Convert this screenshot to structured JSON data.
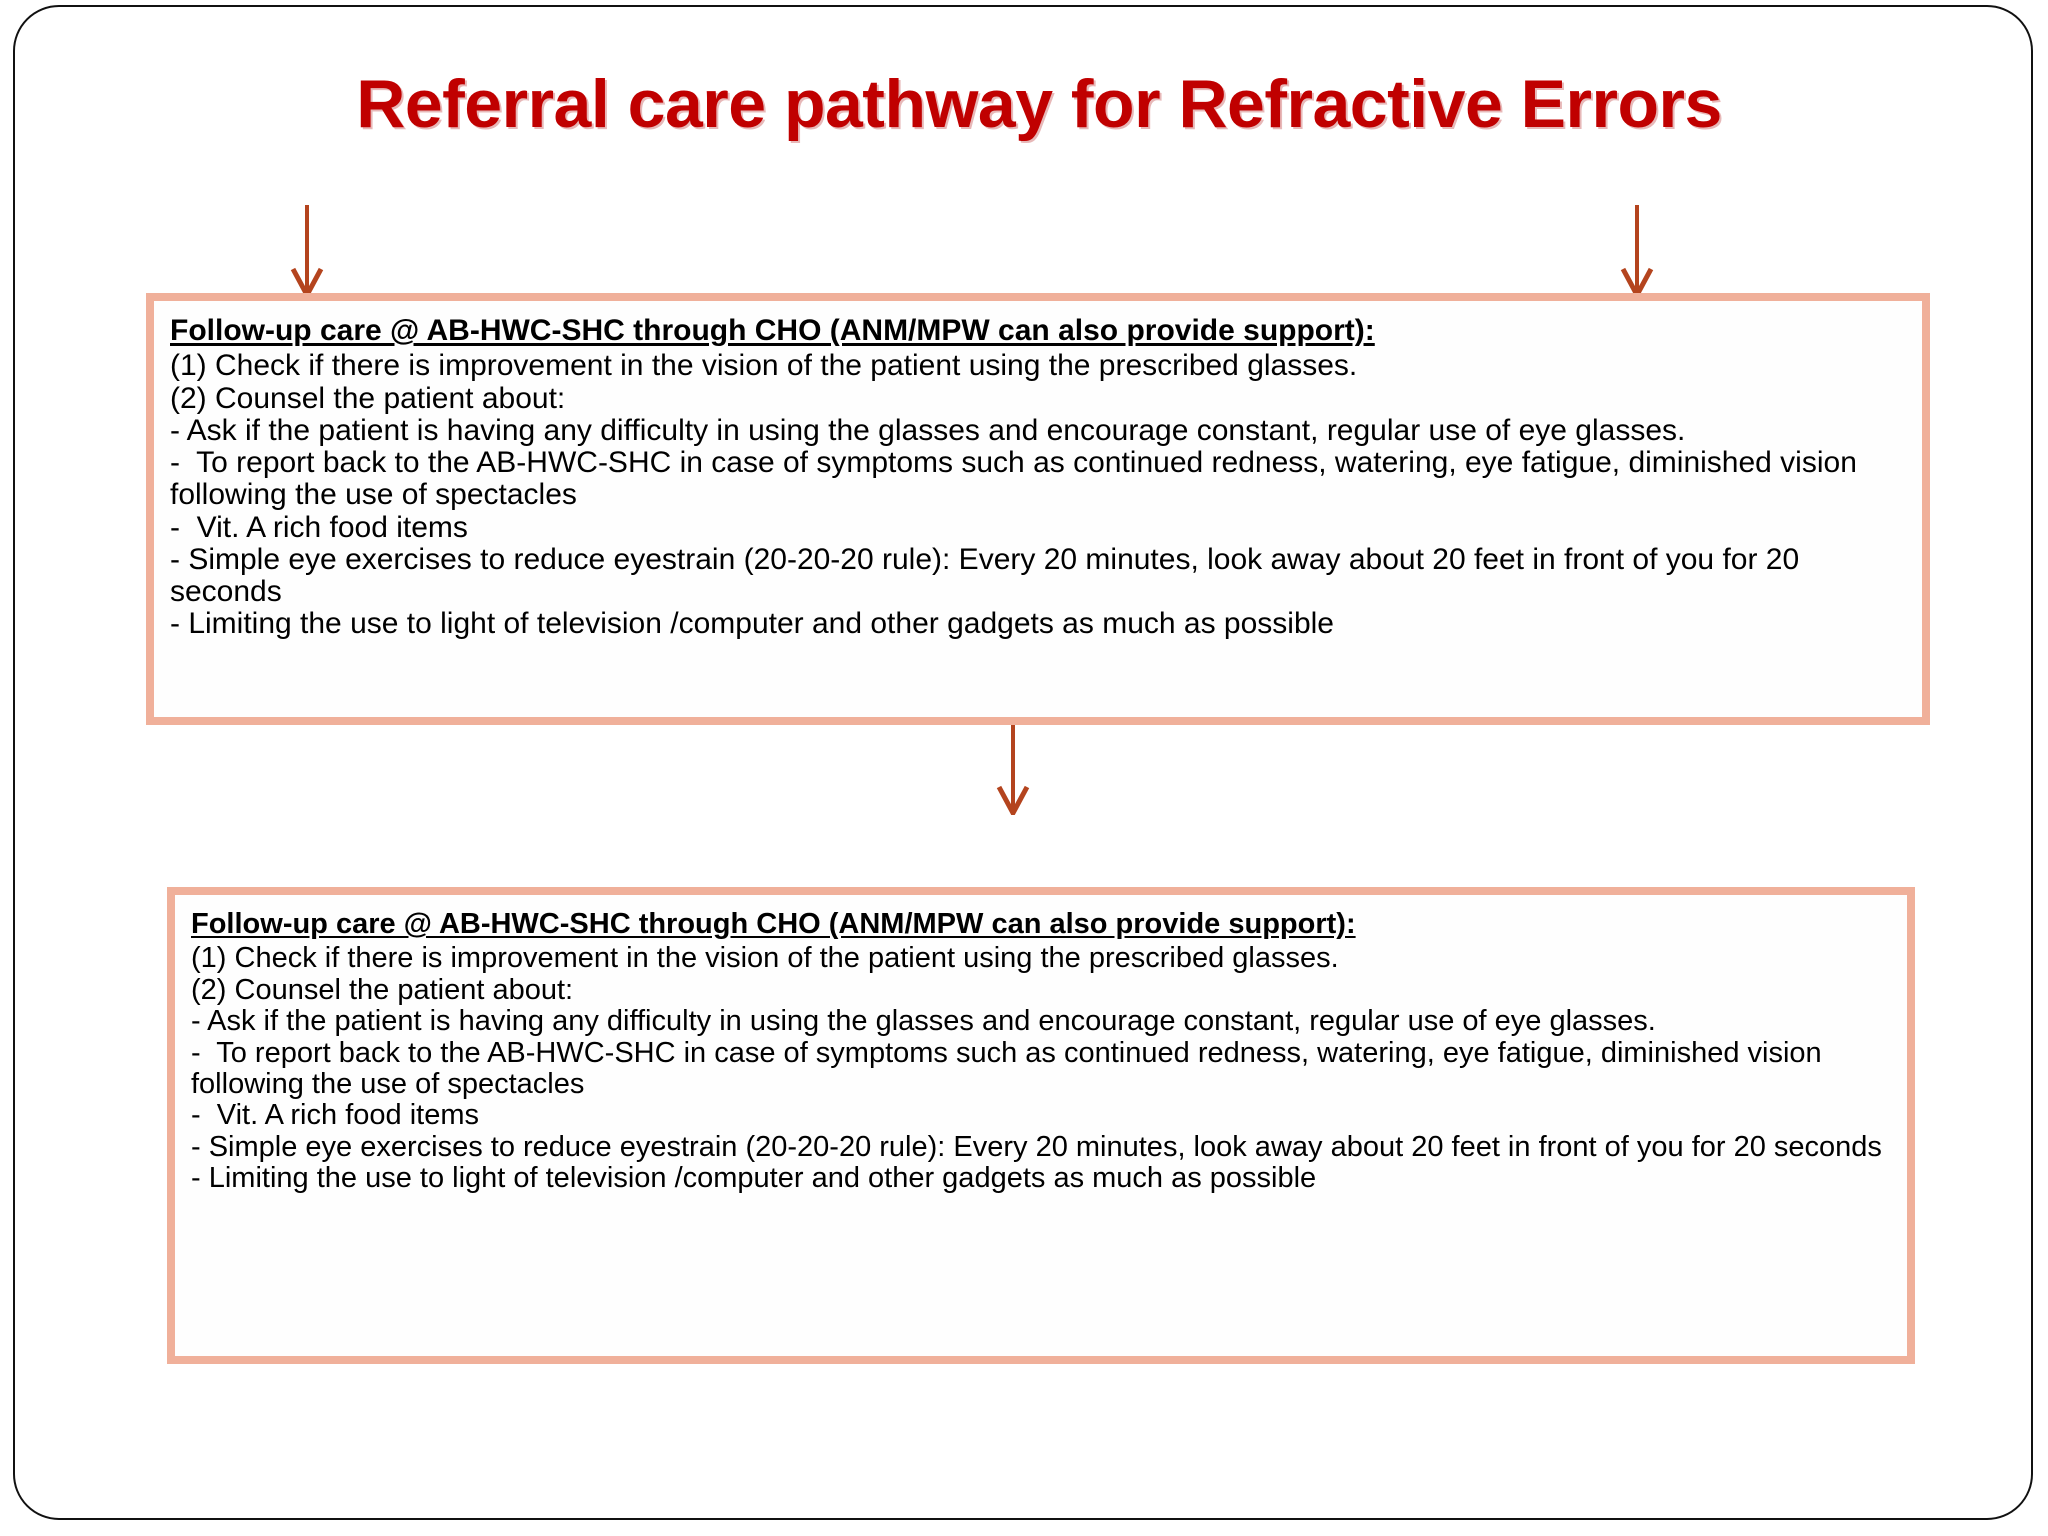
{
  "page": {
    "title": "Referral care pathway for Refractive Errors",
    "title_color": "#C00000",
    "box_border_color": "#F0B09A",
    "arrow_color": "#B4441E",
    "frame_color": "#111111"
  },
  "arrows": [
    {
      "name": "arrow-left-top",
      "direction": "down"
    },
    {
      "name": "arrow-right-top",
      "direction": "down"
    },
    {
      "name": "arrow-middle",
      "direction": "down"
    }
  ],
  "boxes": [
    {
      "heading": "Follow-up care @ AB-HWC-SHC through CHO (ANM/MPW can also provide support):",
      "lines": [
        "(1) Check if there is improvement in the vision of the patient using the prescribed glasses.",
        "(2) Counsel the patient about:",
        "- Ask if the patient is having any difficulty in using the glasses and encourage constant, regular use of eye glasses.",
        "-  To report back to the AB-HWC-SHC in case of symptoms such as continued redness, watering, eye fatigue, diminished vision following the use of spectacles",
        "-  Vit. A rich food items",
        "- Simple eye exercises to reduce eyestrain (20-20-20 rule): Every 20 minutes, look away about 20 feet in front of you for 20 seconds",
        "- Limiting the use to light of television /computer and other gadgets as much as possible"
      ]
    },
    {
      "heading": "Follow-up care @ AB-HWC-SHC through CHO (ANM/MPW can also provide support):",
      "lines": [
        "(1) Check if there is improvement in the vision of the patient using the prescribed glasses.",
        "(2) Counsel the patient about:",
        "- Ask if the patient is having any difficulty in using the glasses and encourage constant, regular use of eye glasses.",
        "-  To report back to the AB-HWC-SHC in case of symptoms such as continued redness, watering, eye fatigue, diminished vision following the use of spectacles",
        "-  Vit. A rich food items",
        "- Simple eye exercises to reduce eyestrain (20-20-20 rule): Every 20 minutes, look away about 20 feet in front of you for 20 seconds",
        "- Limiting the use to light of television /computer and other gadgets as much as possible"
      ]
    }
  ]
}
